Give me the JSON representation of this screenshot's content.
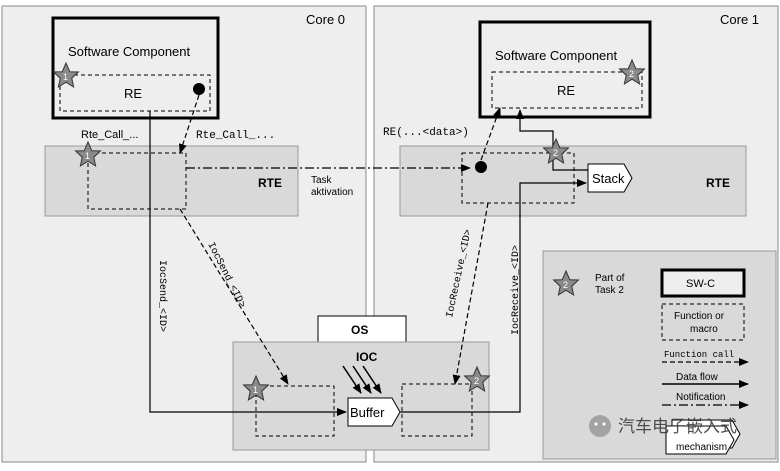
{
  "cores": {
    "core0": "Core 0",
    "core1": "Core 1"
  },
  "swc": {
    "left_title": "Software Component",
    "right_title": "Software Component",
    "re_left": "RE",
    "re_right": "RE"
  },
  "rte": {
    "left": "RTE",
    "right": "RTE"
  },
  "calls": {
    "rte_call_a": "Rte_Call_...",
    "rte_call_b": "Rte_Call_...",
    "re_data": "RE(...<data>)"
  },
  "task_activation": {
    "line1": "Task",
    "line2": "aktivation"
  },
  "stack": "Stack",
  "os": "OS",
  "ioc": "IOC",
  "buffer": "Buffer",
  "ioc_labels": {
    "iocsend_left": "IocSend_<ID>",
    "iocsend_mid": "IocSend_<ID>",
    "iocreceive_mid": "IocReceive_<ID>",
    "iocreceive_right": "IocReceive_<ID>"
  },
  "stars": {
    "one": "1",
    "two": "2"
  },
  "legend": {
    "part_of_task_line1": "Part of",
    "part_of_task_line2": "Task 2",
    "swc": "SW-C",
    "func_line1": "Function or",
    "func_line2": "macro",
    "function_call": "Function call",
    "data_flow": "Data flow",
    "notification": "Notification",
    "mechanism": "mechanism"
  },
  "watermark": "汽车电子嵌入式"
}
